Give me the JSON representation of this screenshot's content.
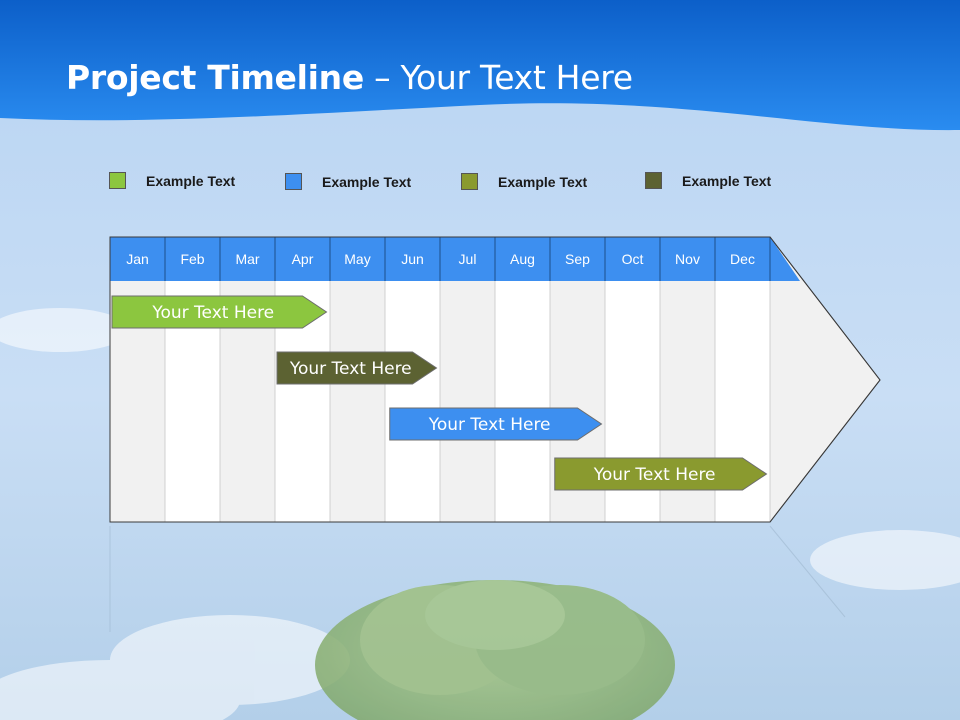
{
  "slide": {
    "title_bold": "Project Timeline",
    "title_rest": " – Your Text Here"
  },
  "colors": {
    "banner": "#1a7ae0",
    "header": "#3d8ff0",
    "light_green": "#8cc63f",
    "dark_olive": "#5c6232",
    "blue": "#3d8ff0",
    "olive": "#8a9a2f"
  },
  "legend": [
    {
      "label": "Example Text",
      "color": "#8cc63f"
    },
    {
      "label": "Example Text",
      "color": "#3d8ff0"
    },
    {
      "label": "Example Text",
      "color": "#8a9a2f"
    },
    {
      "label": "Example Text",
      "color": "#5c6232"
    }
  ],
  "timeline": {
    "months": [
      "Jan",
      "Feb",
      "Mar",
      "Apr",
      "May",
      "Jun",
      "Jul",
      "Aug",
      "Sep",
      "Oct",
      "Nov",
      "Dec"
    ],
    "tasks": [
      {
        "label": "Your  Text Here",
        "color": "#8cc63f",
        "start_month": 0,
        "end_month": 3.9
      },
      {
        "label": "Your  Text Here",
        "color": "#5c6232",
        "start_month": 3.0,
        "end_month": 5.9
      },
      {
        "label": "Your  Text Here",
        "color": "#3d8ff0",
        "start_month": 5.05,
        "end_month": 8.9
      },
      {
        "label": "Your  Text Here",
        "color": "#8a9a2f",
        "start_month": 8.05,
        "end_month": 11.9
      }
    ]
  },
  "background": {
    "tree_icon": "tree-icon",
    "cloud_icon": "cloud-icon"
  }
}
